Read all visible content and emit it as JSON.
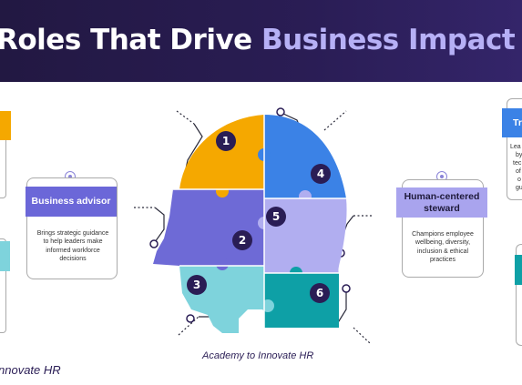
{
  "header": {
    "title_main": "Roles That Drive ",
    "title_accent": "Business Impact"
  },
  "cards": {
    "business_advisor": {
      "title": "Business advisor",
      "body": "Brings strategic guidance to help leaders make informed workforce decisions",
      "color": "#6b67d8"
    },
    "human_centered_steward": {
      "title": "Human-centered steward",
      "body": "Champions employee wellbeing, diversity, inclusion & ethical practices",
      "color": "#a9a4ee"
    },
    "top_right_partial": {
      "title": "Tr",
      "body_lines": [
        "Lea",
        "by",
        "tec",
        "of",
        "o",
        "gu"
      ],
      "color": "#3b82e6"
    }
  },
  "diagram": {
    "pieces": [
      {
        "number": "1",
        "color": "#f5a800"
      },
      {
        "number": "2",
        "color": "#6e6ad6"
      },
      {
        "number": "3",
        "color": "#7ed3dc"
      },
      {
        "number": "4",
        "color": "#3b82e6"
      },
      {
        "number": "5",
        "color": "#b1aef0"
      },
      {
        "number": "6",
        "color": "#0ea0a6"
      }
    ],
    "number_badge_color": "#2a1d55"
  },
  "caption": "Academy to Innovate HR",
  "footer_left": "nnovate HR",
  "colors": {
    "header_bg": "#221842",
    "accent_text": "#b6b0f6",
    "connector": "#2a2a3a"
  }
}
